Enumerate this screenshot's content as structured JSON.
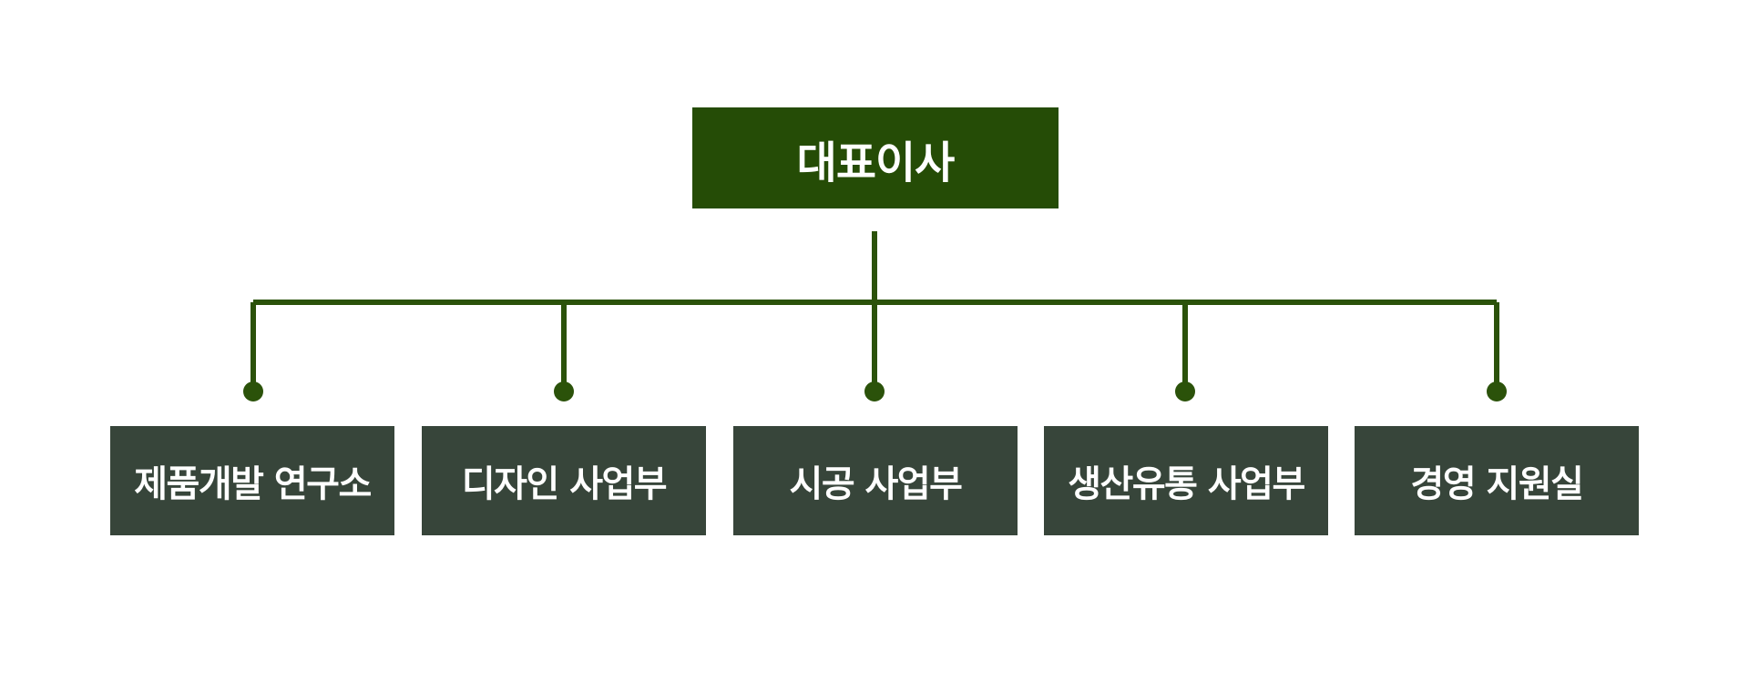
{
  "colors": {
    "ceo_fill": "#254c06",
    "dept_fill": "#37453a",
    "connector": "#2b520a",
    "text": "#ffffff"
  },
  "ceo": {
    "label": "대표이사"
  },
  "departments": [
    {
      "label": "제품개발 연구소"
    },
    {
      "label": "디자인 사업부"
    },
    {
      "label": "시공 사업부"
    },
    {
      "label": "생산유통 사업부"
    },
    {
      "label": "경영 지원실"
    }
  ]
}
